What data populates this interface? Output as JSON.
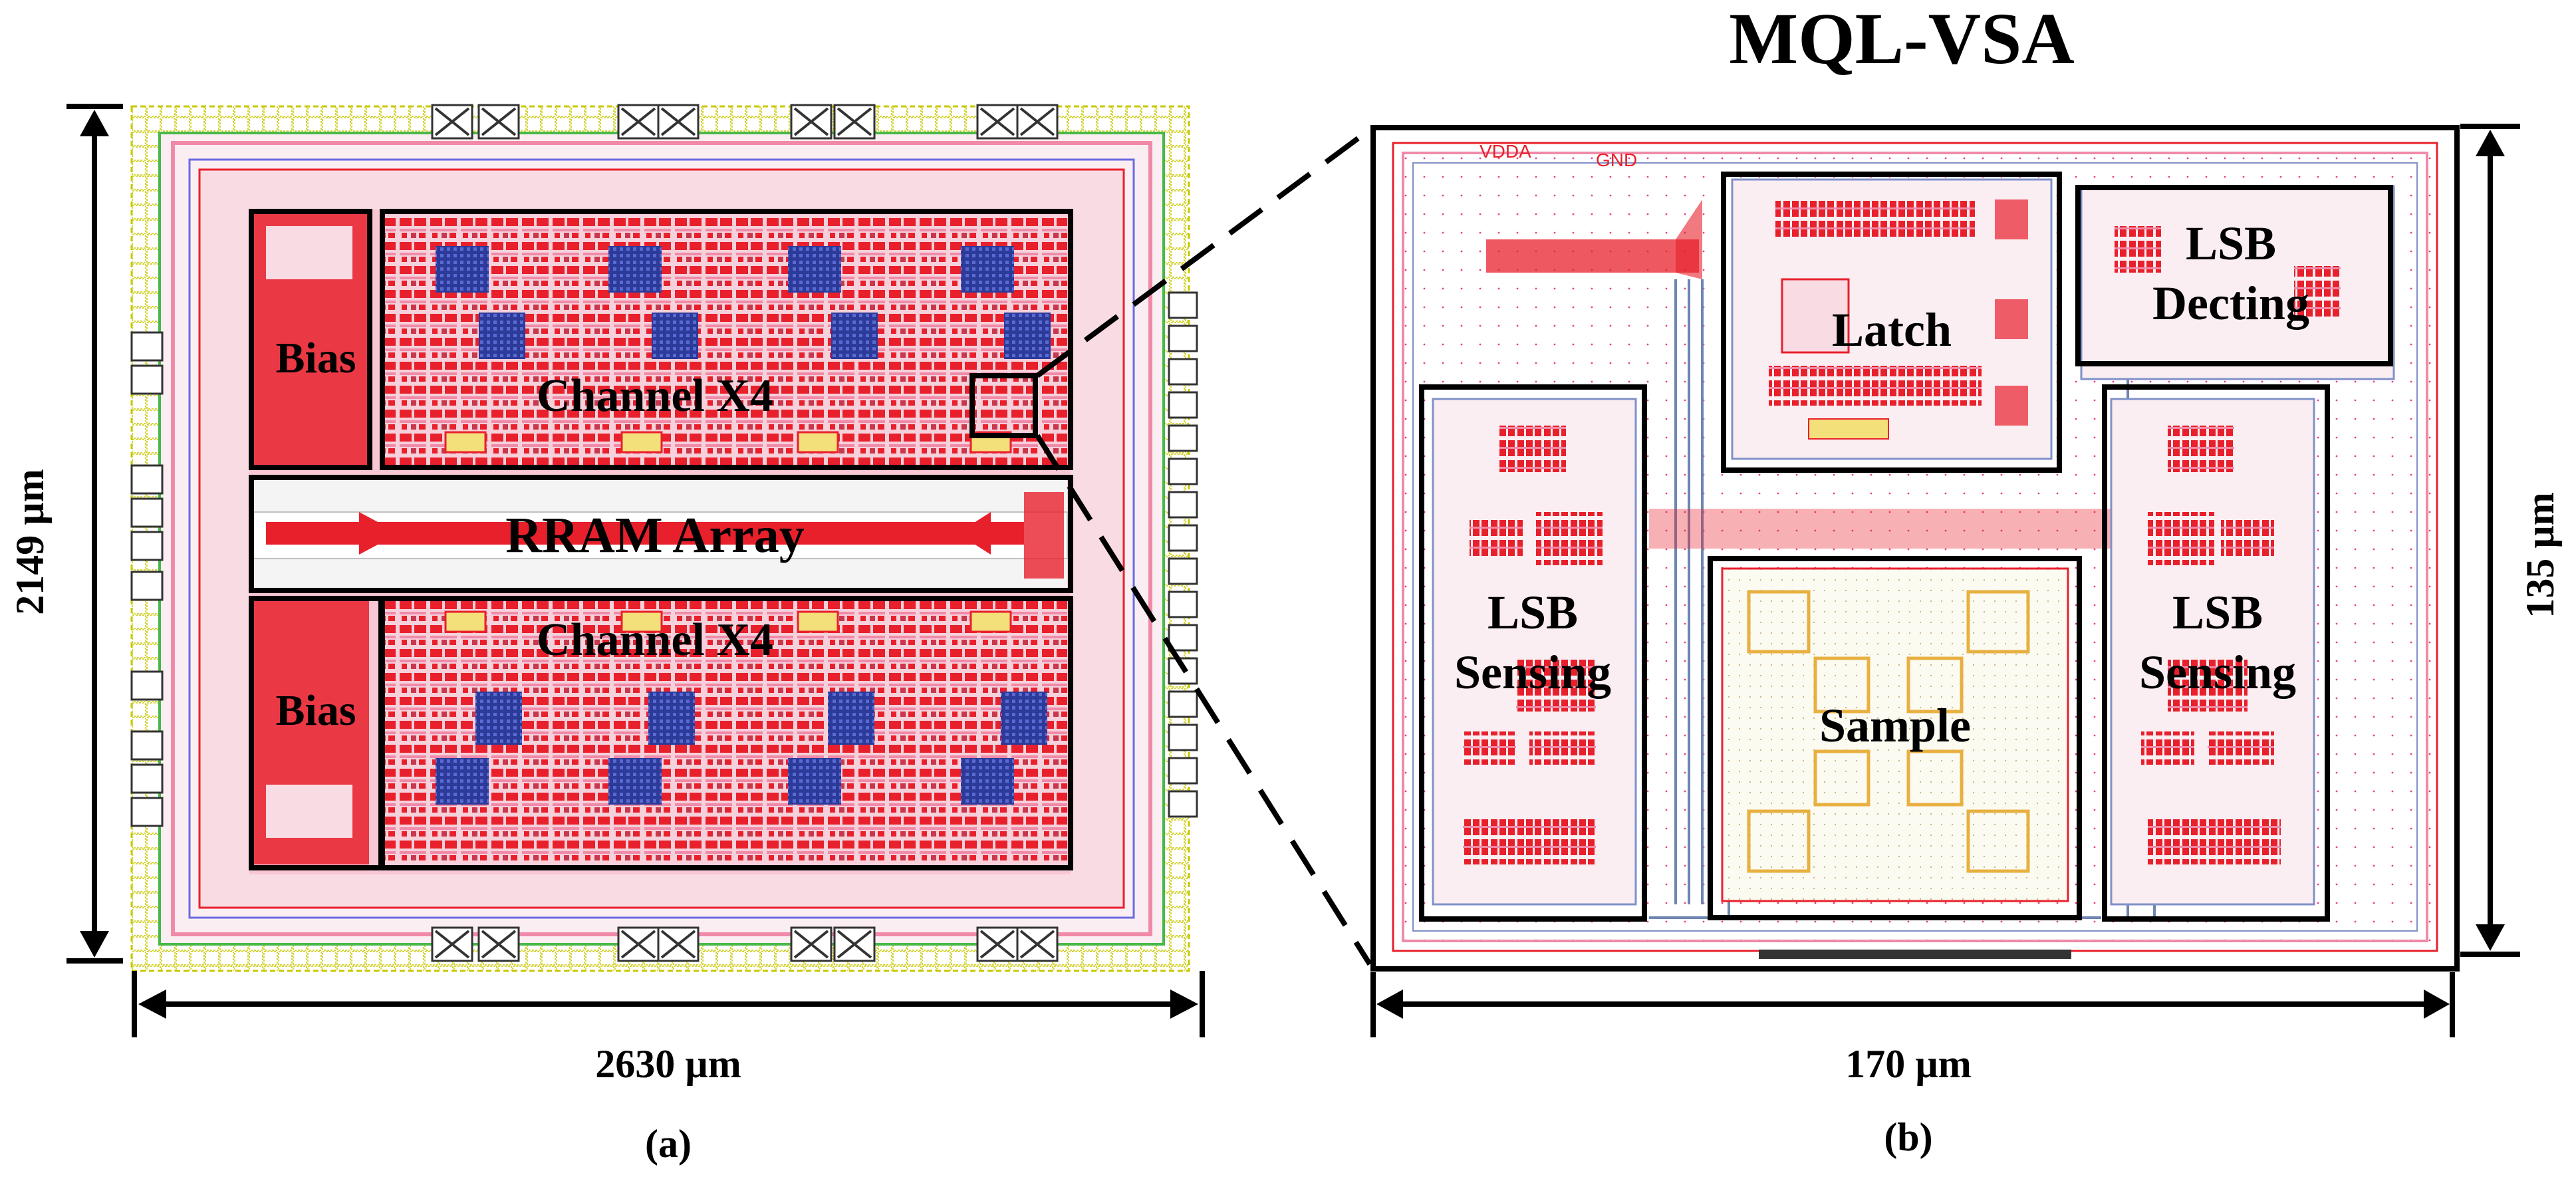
{
  "figure": {
    "title": "MQL-VSA",
    "panel_a": {
      "caption": "(a)",
      "width_label": "2630 µm",
      "height_label": "2149 µm",
      "blocks": {
        "bias_top": "Bias",
        "bias_bottom": "Bias",
        "channel_top": "Channel X4",
        "channel_bottom": "Channel X4",
        "rram_array": "RRAM Array"
      }
    },
    "panel_b": {
      "caption": "(b)",
      "width_label": "170 µm",
      "height_label": "135 µm",
      "rail_labels": [
        "VDDA",
        "GND"
      ],
      "blocks": {
        "latch": "Latch",
        "lsb_decting_1": "LSB",
        "lsb_decting_2": "Decting",
        "lsb_sensing_left_1": "LSB",
        "lsb_sensing_left_2": "Sensing",
        "lsb_sensing_right_1": "LSB",
        "lsb_sensing_right_2": "Sensing",
        "sample": "Sample"
      }
    },
    "colors": {
      "metal_red": "#e8202c",
      "metal_pink": "#f08aa8",
      "metal_blue": "#2c3a9a",
      "pad_outline": "#c8c800",
      "routing_green": "#48b848",
      "box": "#000000"
    }
  }
}
